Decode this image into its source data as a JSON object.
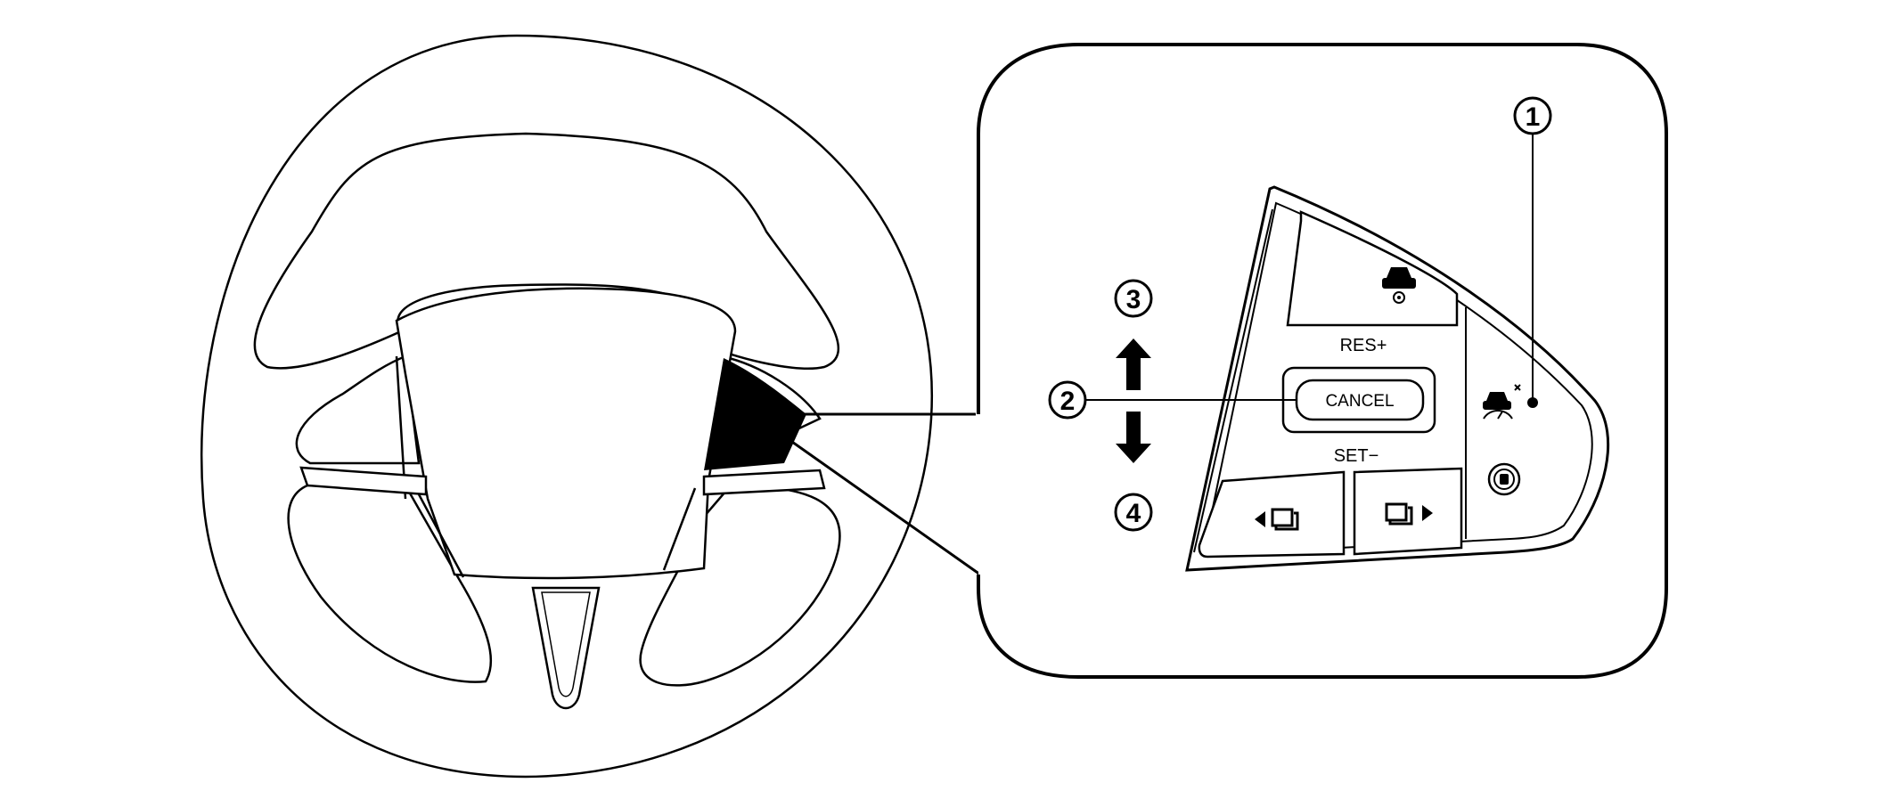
{
  "callouts": {
    "c1": "1",
    "c2": "2",
    "c3": "3",
    "c4": "4"
  },
  "switch_labels": {
    "res": "RES+",
    "cancel": "CANCEL",
    "set": "SET−"
  },
  "icons": {
    "distance": "vehicle-distance-icon",
    "dca": "distance-control-assist-icon",
    "cruise": "cruise-main-switch-icon",
    "prev": "left-display-arrow-icon",
    "next": "right-display-arrow-icon"
  }
}
